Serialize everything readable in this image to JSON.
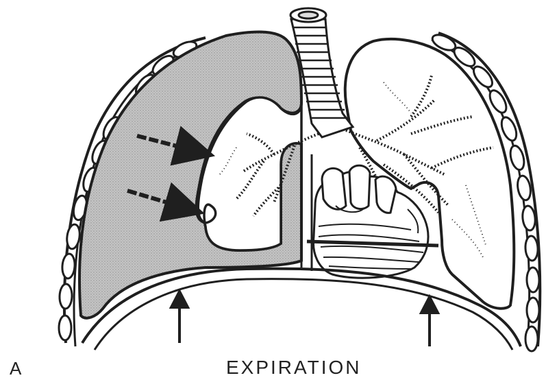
{
  "figure": {
    "panel_label": "A",
    "caption": "EXPIRATION"
  },
  "colors": {
    "ink": "#1f1f1f",
    "collapsed_lung_fill": "#b9b9b9",
    "background": "#ffffff"
  },
  "icons": [
    "rib-cage",
    "trachea",
    "collapsed-lung",
    "expanded-lung",
    "bronchial-tree",
    "heart",
    "diaphragm",
    "arrow"
  ]
}
